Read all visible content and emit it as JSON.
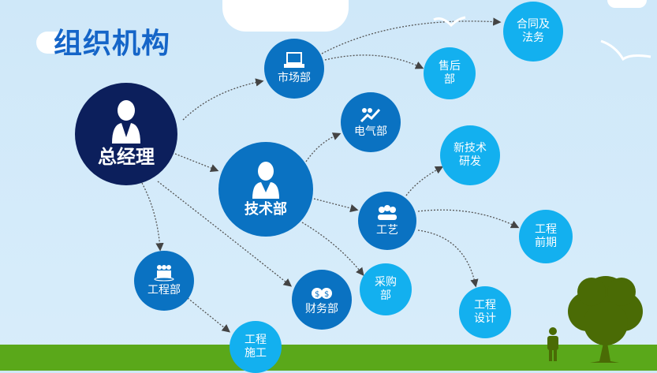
{
  "title": "组织机构",
  "nodes": {
    "gm": "总经理",
    "market": "市场部",
    "legal": "合同及\n法务",
    "aftersales": "售后\n部",
    "electrical": "电气部",
    "tech": "技术部",
    "rnd": "新技术\n研发",
    "process": "工艺",
    "preproject": "工程\n前期",
    "engineering": "工程部",
    "finance": "财务部",
    "purchasing": "采购\n部",
    "design": "工程\n设计",
    "construction": "工程\n施工"
  },
  "colors": {
    "dark_node": "#0a72c2",
    "light_node": "#13b0ef",
    "gm_node": "#0c1f5c",
    "ground": "#5aa81a",
    "tree": "#4a6b05"
  }
}
